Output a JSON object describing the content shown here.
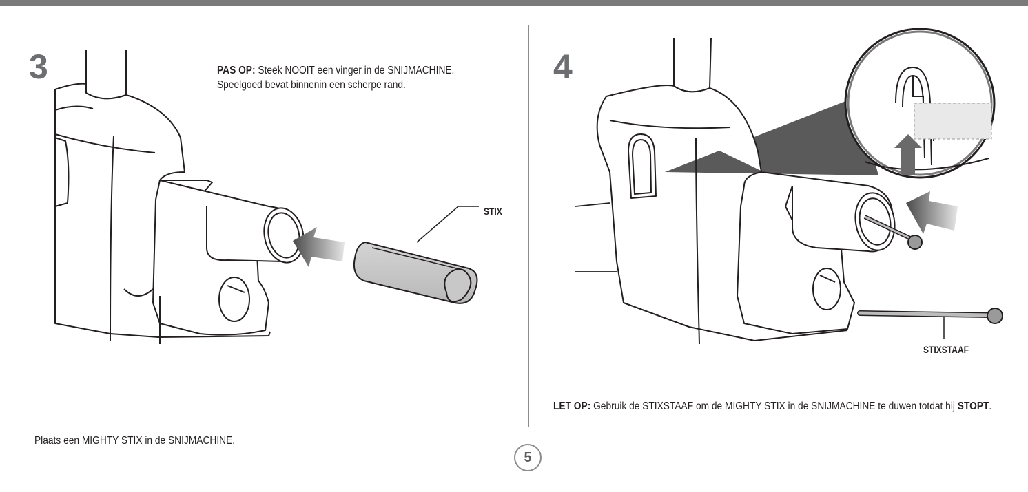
{
  "page_number": "5",
  "step3": {
    "number": "3",
    "warning_label": "PAS OP:",
    "warning_text": " Steek NOOIT een vinger in de SNIJMACHINE. Speelgoed bevat binnenin een scherpe rand.",
    "callout": "STIX",
    "caption": "Plaats een MIGHTY STIX in de SNIJMACHINE."
  },
  "step4": {
    "number": "4",
    "callout": "STIXSTAAF",
    "note_label": "LET OP:",
    "note_text_1": " Gebruik de STIXSTAAF om de MIGHTY STIX in de SNIJMACHINE te duwen totdat hij ",
    "note_emphasis": "STOPT",
    "note_text_2": "."
  }
}
